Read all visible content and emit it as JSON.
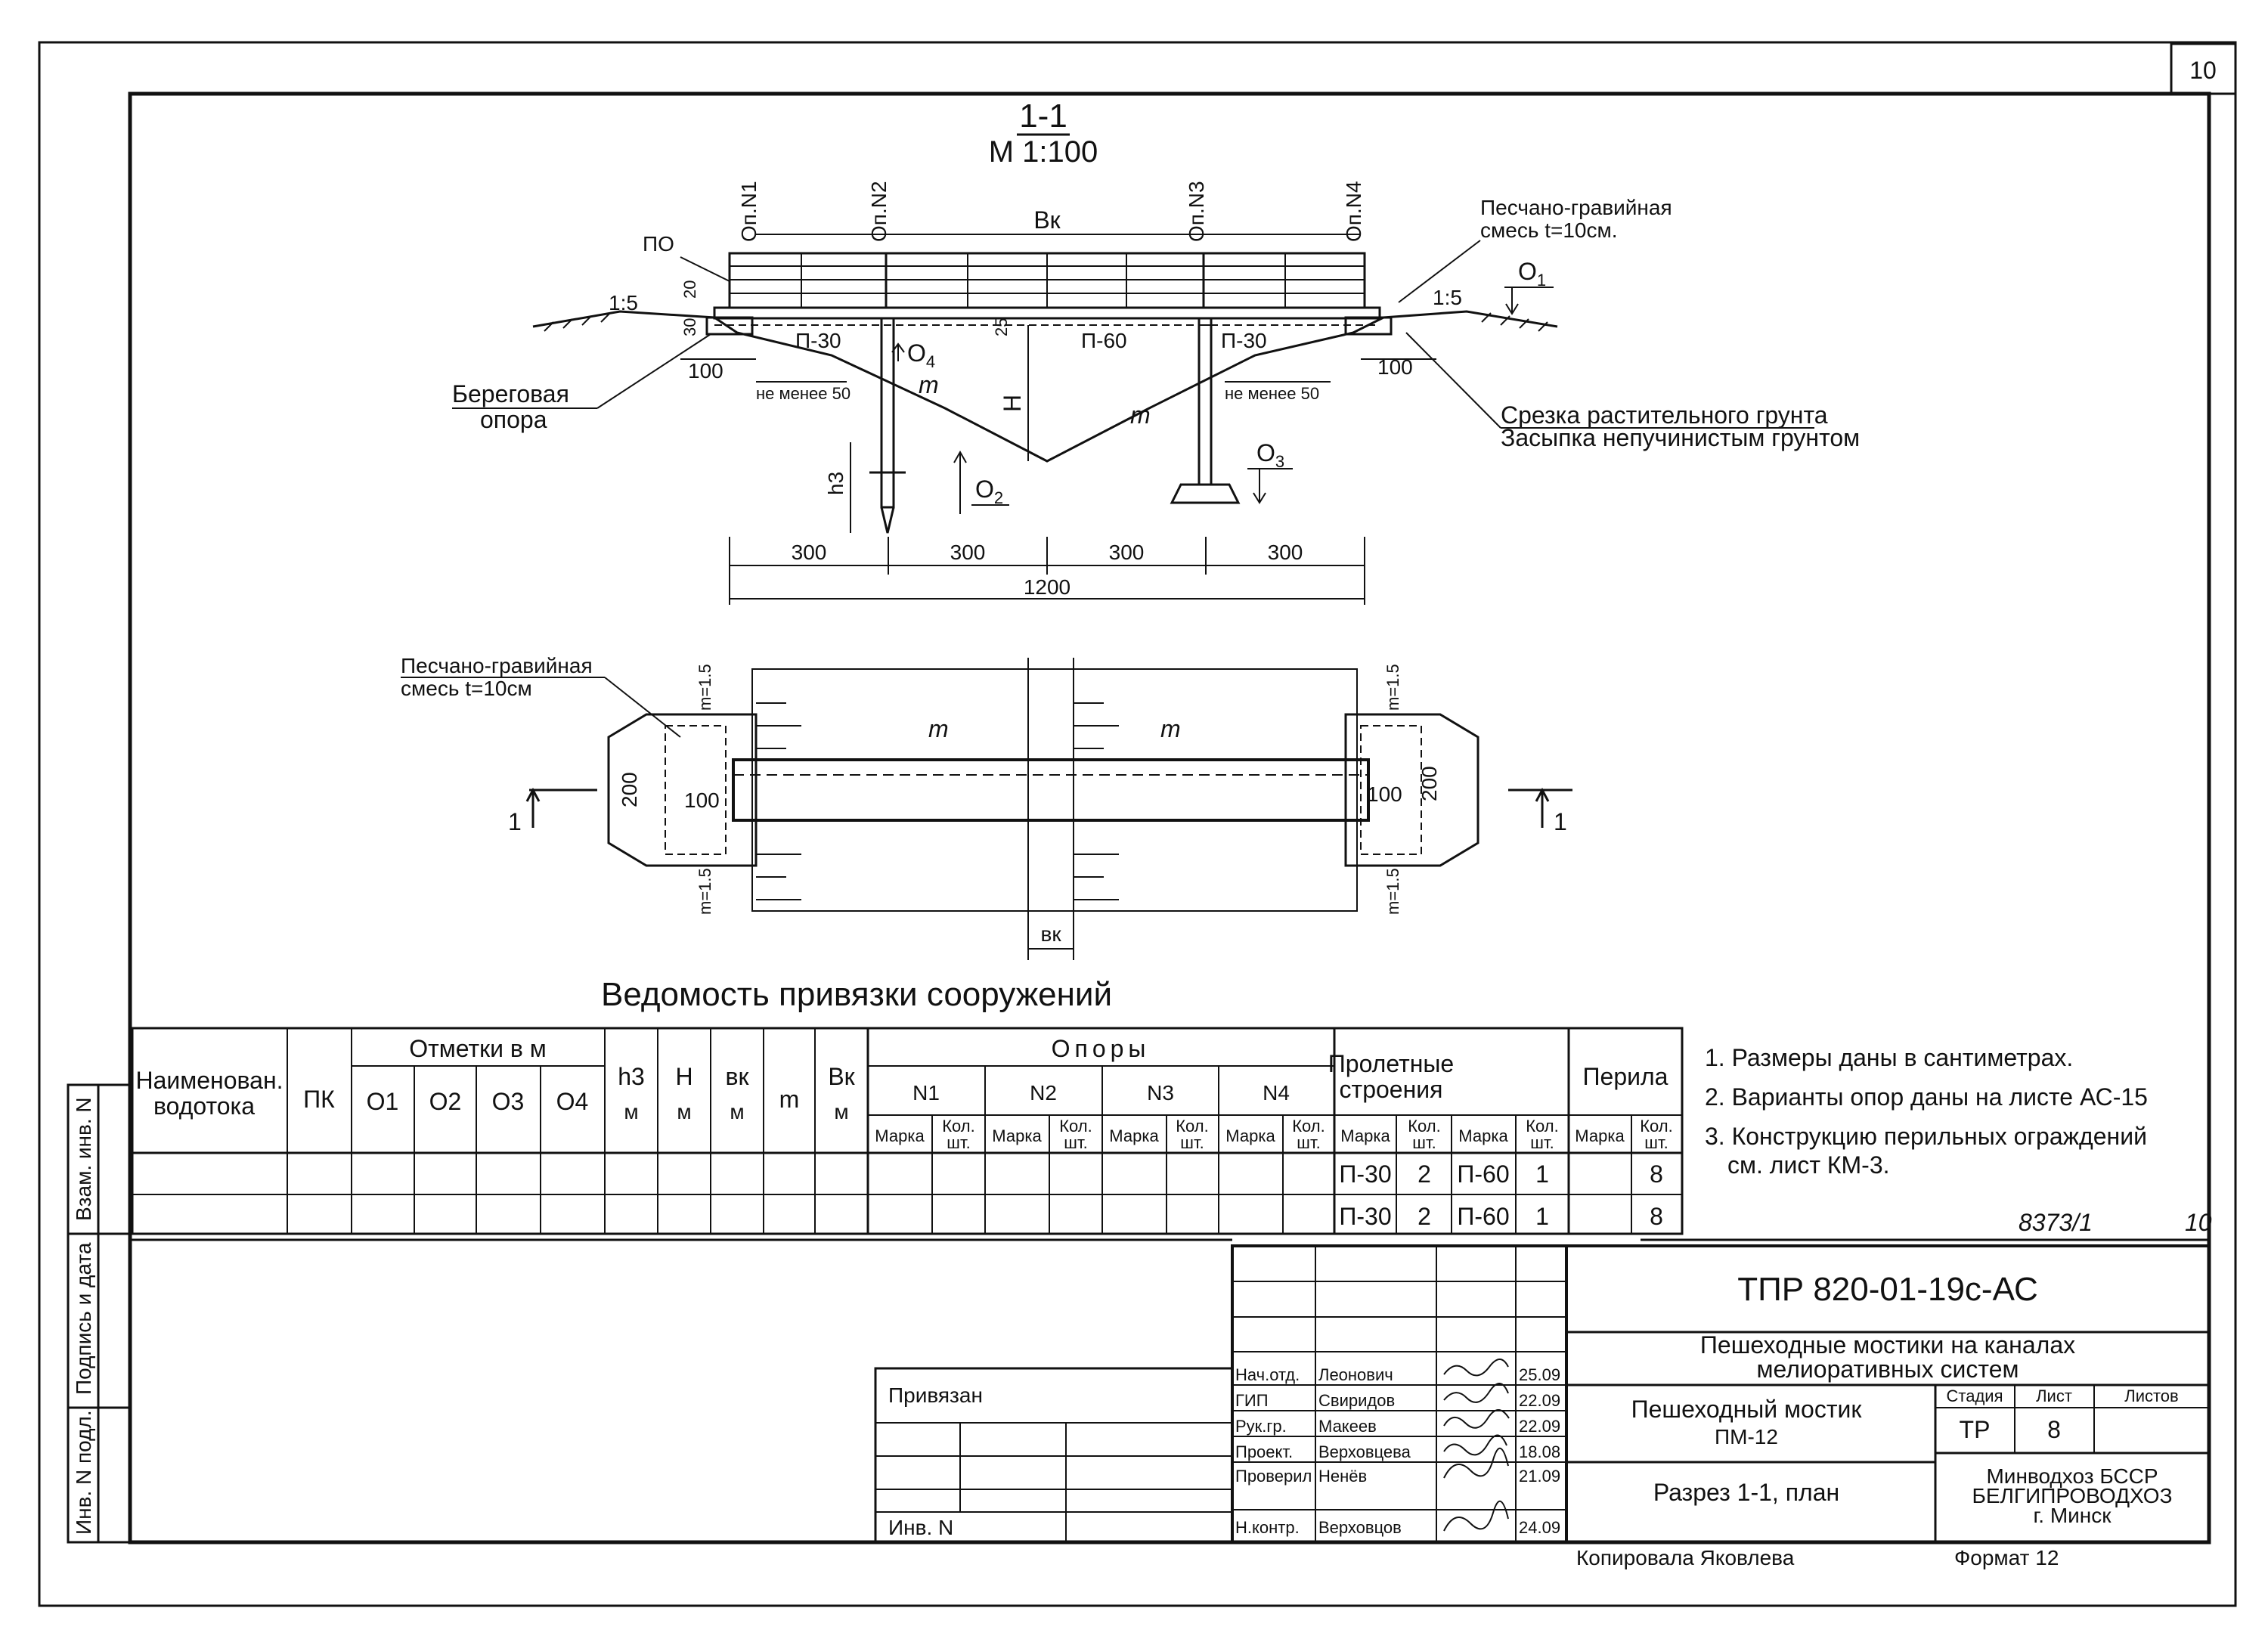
{
  "page_number": "10",
  "section": {
    "title": "1-1",
    "scale": "M 1:100",
    "supports": [
      "Оп.N1",
      "Оп.N2",
      "Оп.N3",
      "Оп.N4"
    ],
    "po_label": "ПО",
    "bk_label": "Вк",
    "gravel_label_line1": "Песчано-гравийная",
    "gravel_label_line2": "смесь t=10см.",
    "o1": "О",
    "o1_sub": "1",
    "o2": "О",
    "o2_sub": "2",
    "o3": "О",
    "o3_sub": "3",
    "o4": "О",
    "o4_sub": "4",
    "slope_left": "1:5",
    "slope_right": "1:5",
    "dim_20": "20",
    "dim_30": "30",
    "dim_25": "25",
    "span_left": "П-30",
    "span_mid": "П-60",
    "span_right": "П-30",
    "dim_100_left": "100",
    "dim_100_right": "100",
    "not_less_left": "не менее 50",
    "not_less_right": "не менее 50",
    "m_left": "m",
    "m_right": "m",
    "h_label": "Н",
    "h3_label": "h3",
    "abutment_line1": "Береговая",
    "abutment_line2": "опора",
    "cut_line1": "Срезка растительного грунта",
    "cut_line2": "Засыпка непучинистым грунтом",
    "spans": [
      "300",
      "300",
      "300",
      "300"
    ],
    "total": "1200"
  },
  "plan": {
    "gravel_line1": "Песчано-гравийная",
    "gravel_line2": "смесь t=10см",
    "m_left": "m",
    "m_right": "m",
    "slope_tl": "m=1.5",
    "slope_bl": "m=1.5",
    "slope_tr": "m=1.5",
    "slope_br": "m=1.5",
    "dim_200_left": "200",
    "dim_200_right": "200",
    "dim_100_left": "100",
    "dim_100_right": "100",
    "bk": "вк",
    "cut_mark": "1"
  },
  "schedule": {
    "title": "Ведомость привязки сооружений",
    "col_name_1": "Наименован.",
    "col_name_2": "водотока",
    "col_pk": "ПК",
    "col_marks": "Отметки в м",
    "col_o1": "О1",
    "col_o2": "О2",
    "col_o3": "О3",
    "col_o4": "О4",
    "col_h3": "h3",
    "col_h3_unit": "м",
    "col_H": "Н",
    "col_H_unit": "м",
    "col_bk": "вк",
    "col_bk_unit": "м",
    "col_m": "m",
    "col_Bk": "Вк",
    "col_Bk_unit": "м",
    "col_supports": "Опоры",
    "supports": [
      "N1",
      "N2",
      "N3",
      "N4"
    ],
    "col_span_1": "Пролетные",
    "col_span_2": "строения",
    "col_rail": "Перила",
    "sub_mark": "Марка",
    "sub_qty_1": "Кол.",
    "sub_qty_2": "шт.",
    "rows": [
      {
        "m1": "П-30",
        "q1": "2",
        "m2": "П-60",
        "q2": "1",
        "rail": "8"
      },
      {
        "m1": "П-30",
        "q1": "2",
        "m2": "П-60",
        "q2": "1",
        "rail": "8"
      }
    ]
  },
  "notes": [
    "1. Размеры даны в сантиметрах.",
    "2. Варианты опор даны на листе АС-15",
    "3. Конструкцию перильных ограждений",
    "см. лист КМ-3."
  ],
  "inv_ref": "8373/1",
  "inv_page": "10",
  "side_stamps": [
    "Взам. инв. N",
    "Подпись и дата",
    "Инв. N подл."
  ],
  "bound": {
    "label": "Привязан",
    "inv": "Инв. N"
  },
  "title_block": {
    "code": "ТПР 820-01-19с-АС",
    "project_line1": "Пешеходные мостики на каналах",
    "project_line2": "мелиоративных систем",
    "sheet_name_1": "Пешеходный мостик",
    "sheet_name_2": "ПМ-12",
    "content": "Разрез 1-1, план",
    "stage_label": "Стадия",
    "sheet_label": "Лист",
    "sheets_label": "Листов",
    "stage": "ТР",
    "sheet": "8",
    "org_1": "Минводхоз БССР",
    "org_2": "БЕЛГИПРОВОДХОЗ",
    "org_3": "г. Минск",
    "people": [
      {
        "role": "Нач.отд.",
        "name": "Леонович",
        "date": "25.09"
      },
      {
        "role": "ГИП",
        "name": "Свиридов",
        "date": "22.09"
      },
      {
        "role": "Рук.гр.",
        "name": "Макеев",
        "date": "22.09"
      },
      {
        "role": "Проект.",
        "name": "Верховцева",
        "date": "18.08"
      },
      {
        "role": "Проверил",
        "name": "Ненёв",
        "date": "21.09"
      },
      {
        "role": "Н.контр.",
        "name": "Верховцов",
        "date": "24.09"
      }
    ],
    "copied": "Копировала Яковлева",
    "format": "Формат 12"
  }
}
